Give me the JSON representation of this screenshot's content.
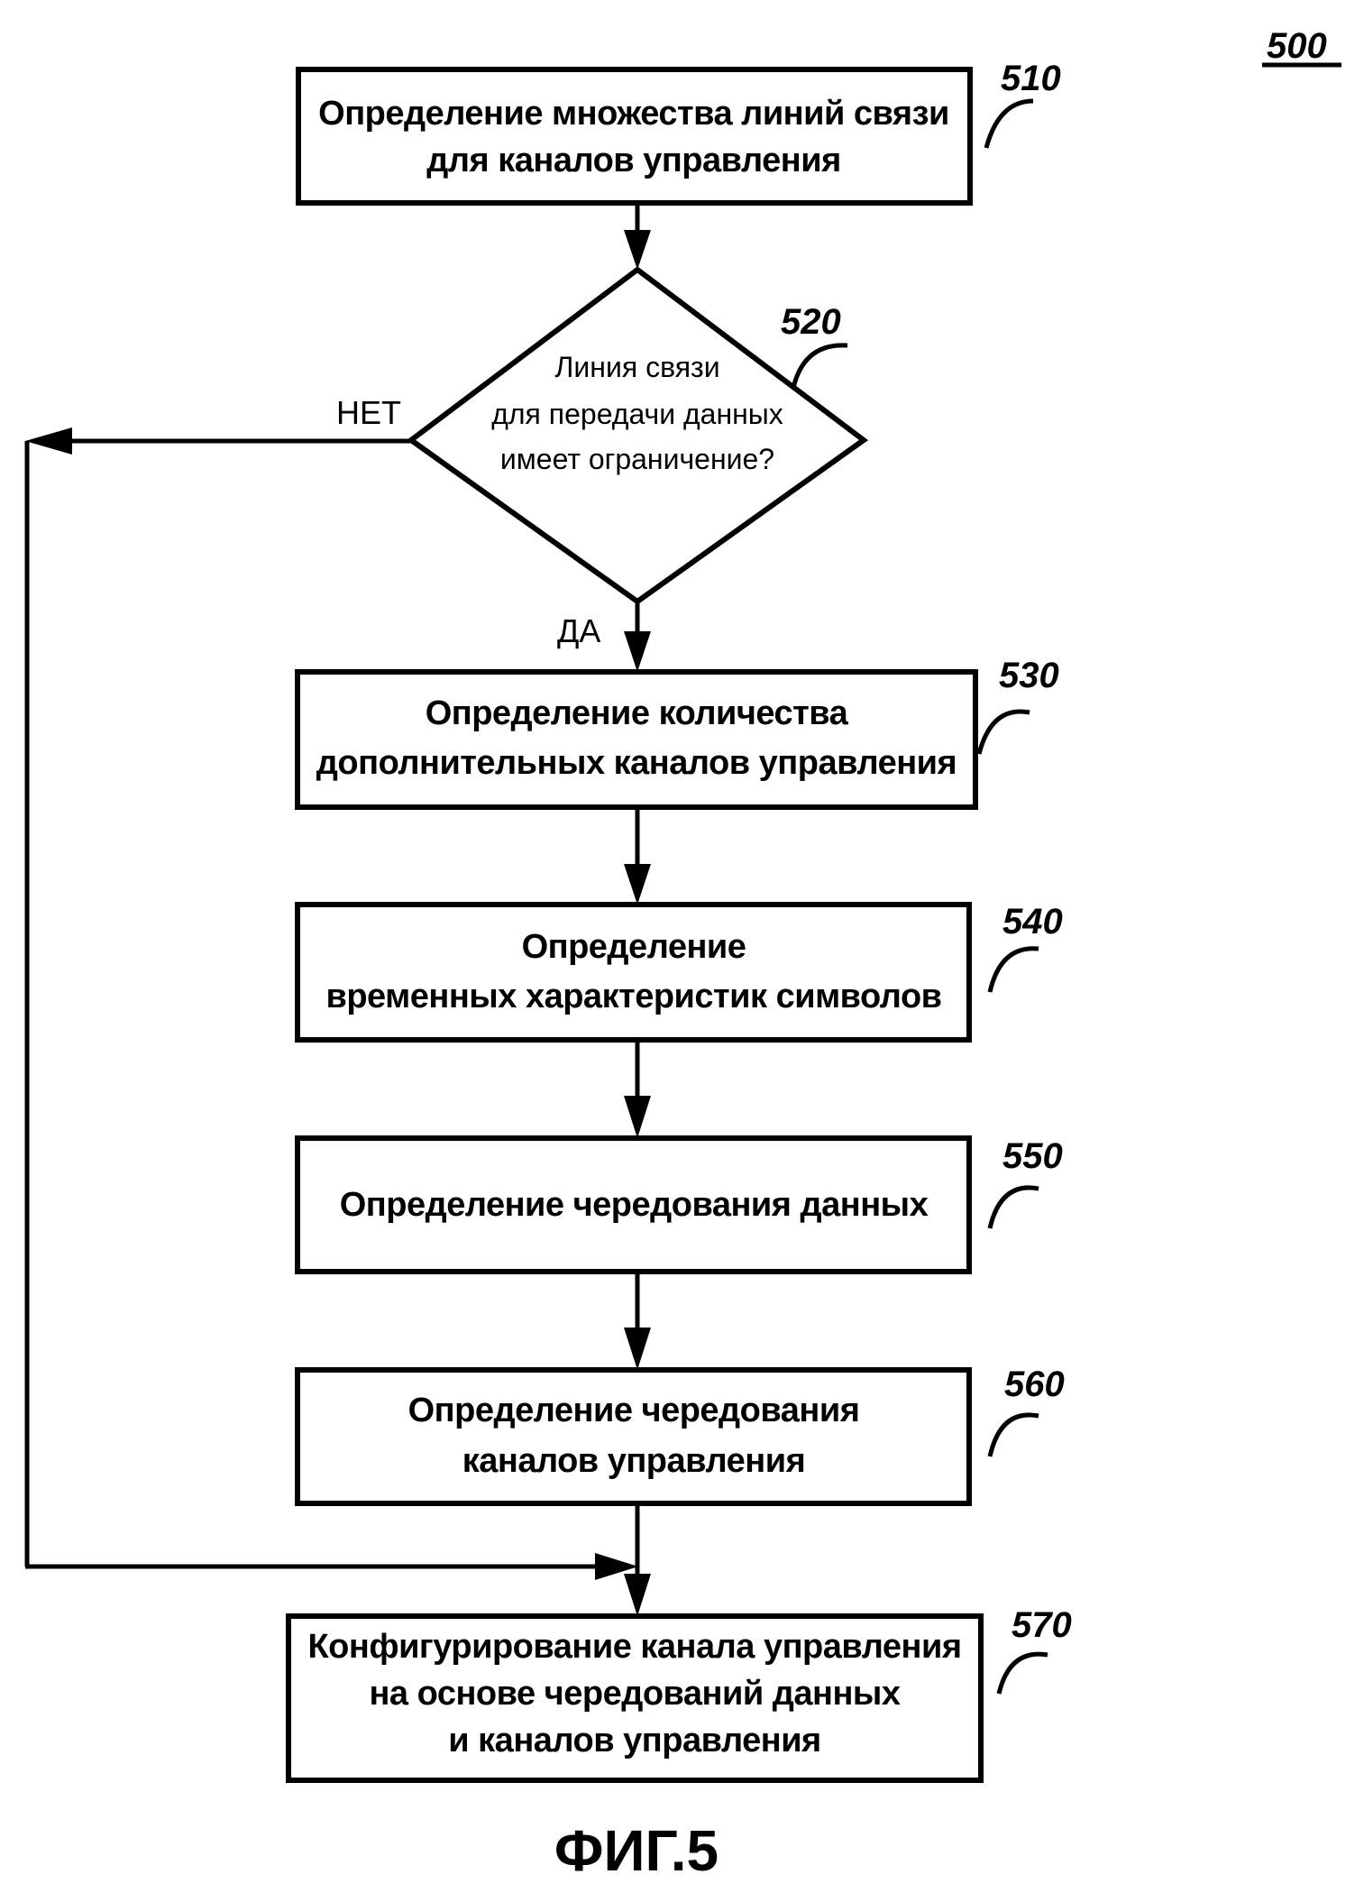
{
  "figure": {
    "number_label": "500",
    "caption": "ФИГ.5",
    "foreground_color": "#000000",
    "background_color": "#ffffff"
  },
  "steps": [
    {
      "ref": "510",
      "type": "process",
      "lines": [
        "Определение множества линий связи",
        "для каналов управления"
      ]
    },
    {
      "ref": "520",
      "type": "decision",
      "lines": [
        "Линия связи",
        "для передачи данных",
        "имеет ограничение?"
      ]
    },
    {
      "ref": "530",
      "type": "process",
      "lines": [
        "Определение количества",
        "дополнительных каналов управления"
      ]
    },
    {
      "ref": "540",
      "type": "process",
      "lines": [
        "Определение",
        "временных характеристик символов"
      ]
    },
    {
      "ref": "550",
      "type": "process",
      "lines": [
        "Определение чередования данных"
      ]
    },
    {
      "ref": "560",
      "type": "process",
      "lines": [
        "Определение чередования",
        "каналов управления"
      ]
    },
    {
      "ref": "570",
      "type": "process",
      "lines": [
        "Конфигурирование канала управления",
        "на основе чередований данных",
        "и каналов управления"
      ]
    }
  ],
  "branches": {
    "no_label": "НЕТ",
    "yes_label": "ДА"
  },
  "connections": [
    {
      "from": "510",
      "to": "520"
    },
    {
      "from": "520",
      "to": "530",
      "label": "ДА"
    },
    {
      "from": "520",
      "to": "570",
      "label": "НЕТ"
    },
    {
      "from": "530",
      "to": "540"
    },
    {
      "from": "540",
      "to": "550"
    },
    {
      "from": "550",
      "to": "560"
    },
    {
      "from": "560",
      "to": "570"
    }
  ]
}
